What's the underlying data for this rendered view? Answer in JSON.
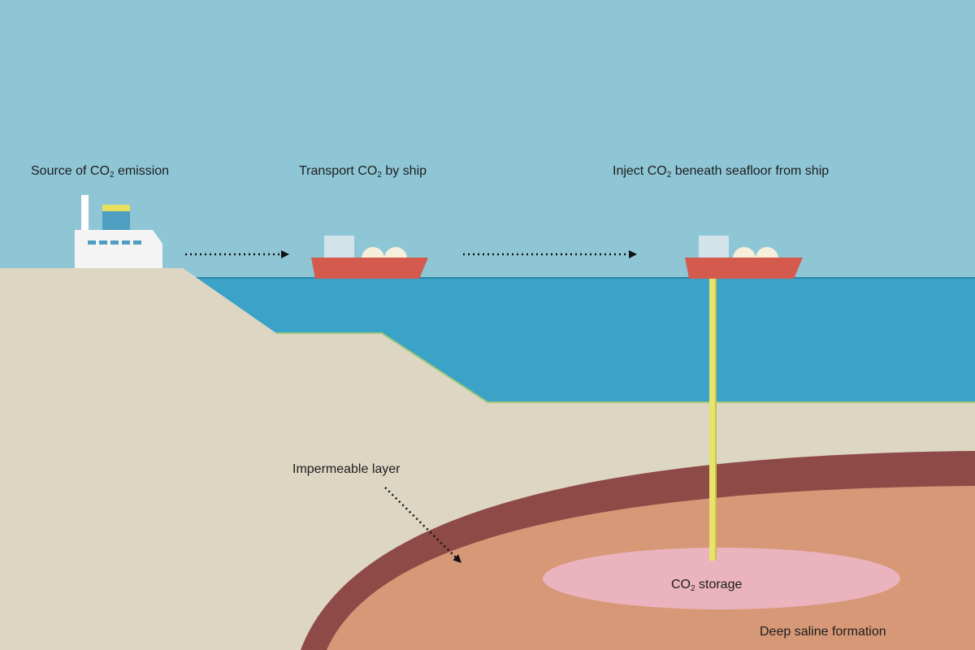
{
  "colors": {
    "sky": "#8fc6d6",
    "sea": "#3aa3c7",
    "land": "#ddd6c3",
    "impermeable_layer": "#8e4a47",
    "saline_formation": "#d69877",
    "co2_storage": "#eab3be",
    "ship_hull": "#d35a4d",
    "pipe": "#e8e36a"
  },
  "labels": {
    "source": {
      "pre": "Source of CO",
      "sub": "2",
      "post": " emission"
    },
    "transport": {
      "pre": "Transport CO",
      "sub": "2",
      "post": " by ship"
    },
    "inject": {
      "pre": "Inject CO",
      "sub": "2",
      "post": " beneath seafloor from ship"
    },
    "impermeable": "Impermeable layer",
    "storage": {
      "pre": "CO",
      "sub": "2",
      "post": " storage"
    },
    "saline": "Deep saline formation"
  },
  "icons": [
    "factory-icon",
    "ship-icon",
    "ship-icon",
    "arrow-icon"
  ]
}
